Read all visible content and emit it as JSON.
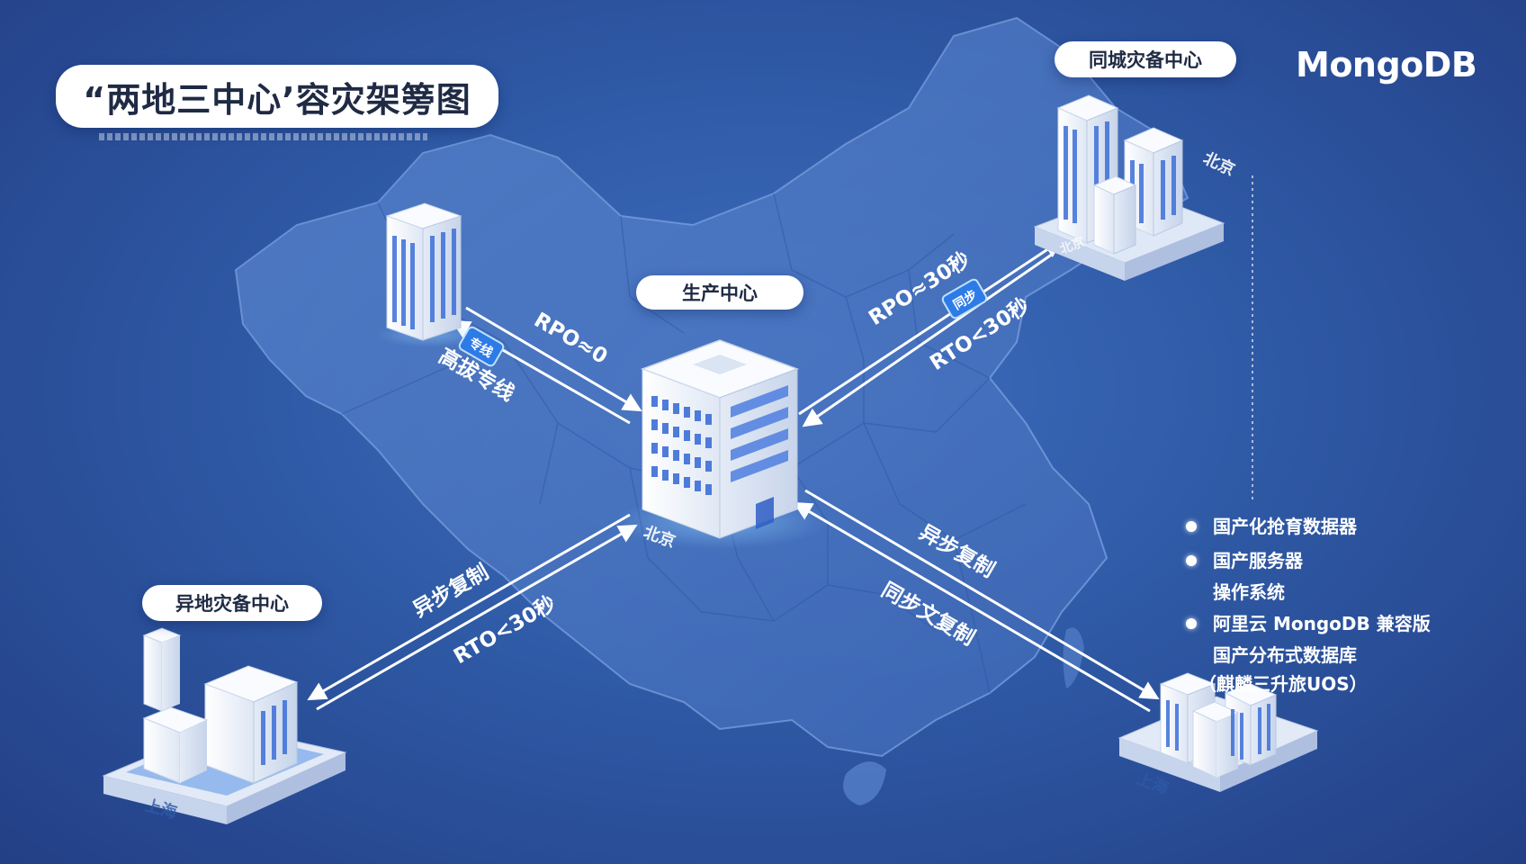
{
  "title": "“两地三中心’容灾架篣图",
  "brand": {
    "logo": "MongoDB"
  },
  "centers": {
    "production": "生产中心",
    "same_city": "同城灾备中心",
    "remote": "异地灾备中心"
  },
  "links": {
    "to_left": {
      "rpo": "RPO≈0",
      "line": "高拔专线",
      "badge": "专线"
    },
    "to_same_city": {
      "rpo": "RPO≈30秒",
      "rto": "RTO<30秒",
      "badge": "同步"
    },
    "to_remote": {
      "mode": "异步复制",
      "rto": "RTO<30秒"
    },
    "to_right": {
      "mode": "异步复制",
      "mode2": "同步文复制"
    }
  },
  "city_labels": {
    "prod": "北京",
    "same_city": "北京",
    "same_city_base": "北京",
    "remote": "上海",
    "right": "上海"
  },
  "features": [
    {
      "text": "国产化抢育数据器",
      "bullet": true
    },
    {
      "text": "国产服务器",
      "bullet": true
    },
    {
      "text": "操作系统",
      "bullet": false
    },
    {
      "text": "阿里云 MongoDB 兼容版",
      "bullet": true
    },
    {
      "text": "国产分布式数据库",
      "bullet": false
    },
    {
      "text": "（麒麟三升旅UOS）",
      "bullet": false
    }
  ],
  "colors": {
    "background": "#2f5aa6",
    "map": "#4d78c4",
    "building": "#f3f6fb",
    "window": "#3c6fd8",
    "arrow": "#ffffff"
  }
}
